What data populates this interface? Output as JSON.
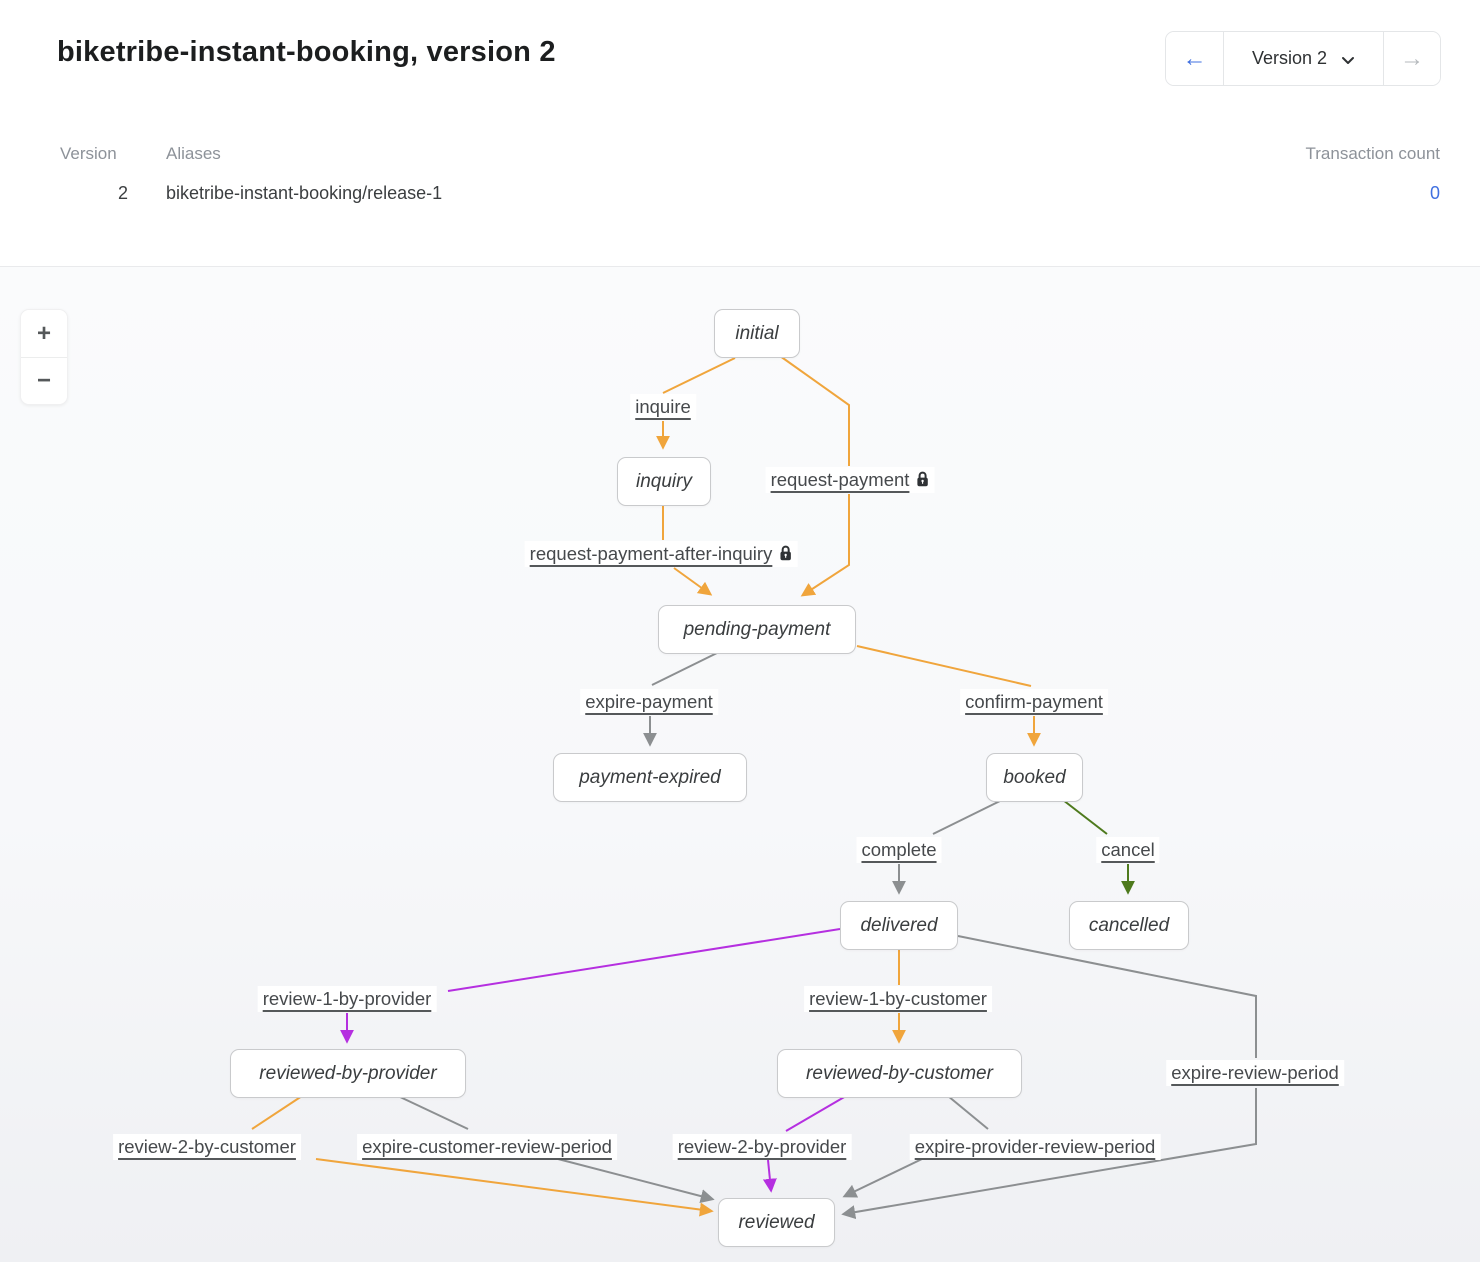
{
  "header": {
    "title": "biketribe-instant-booking, version 2",
    "version_selector": {
      "prev_icon": "←",
      "current": "Version 2",
      "next_icon": "→"
    }
  },
  "meta": {
    "head": {
      "version": "Version",
      "aliases": "Aliases",
      "count": "Transaction count"
    },
    "row": {
      "version": "2",
      "alias": "biketribe-instant-booking/release-1",
      "count": "0"
    }
  },
  "diagram": {
    "controls": {
      "zoom_in": "+",
      "zoom_out": "−"
    },
    "states": [
      {
        "id": "initial",
        "label": "initial"
      },
      {
        "id": "inquiry",
        "label": "inquiry"
      },
      {
        "id": "pending-payment",
        "label": "pending-payment"
      },
      {
        "id": "payment-expired",
        "label": "payment-expired"
      },
      {
        "id": "booked",
        "label": "booked"
      },
      {
        "id": "delivered",
        "label": "delivered"
      },
      {
        "id": "cancelled",
        "label": "cancelled"
      },
      {
        "id": "reviewed-by-provider",
        "label": "reviewed-by-provider"
      },
      {
        "id": "reviewed-by-customer",
        "label": "reviewed-by-customer"
      },
      {
        "id": "reviewed",
        "label": "reviewed"
      }
    ],
    "transitions": [
      {
        "id": "inquire",
        "label": "inquire",
        "locked": false
      },
      {
        "id": "request-payment",
        "label": "request-payment",
        "locked": true
      },
      {
        "id": "request-payment-after-inquiry",
        "label": "request-payment-after-inquiry",
        "locked": true
      },
      {
        "id": "expire-payment",
        "label": "expire-payment",
        "locked": false
      },
      {
        "id": "confirm-payment",
        "label": "confirm-payment",
        "locked": false
      },
      {
        "id": "complete",
        "label": "complete",
        "locked": false
      },
      {
        "id": "cancel",
        "label": "cancel",
        "locked": false
      },
      {
        "id": "review-1-by-provider",
        "label": "review-1-by-provider",
        "locked": false
      },
      {
        "id": "review-1-by-customer",
        "label": "review-1-by-customer",
        "locked": false
      },
      {
        "id": "expire-review-period",
        "label": "expire-review-period",
        "locked": false
      },
      {
        "id": "review-2-by-customer",
        "label": "review-2-by-customer",
        "locked": false
      },
      {
        "id": "expire-customer-review-period",
        "label": "expire-customer-review-period",
        "locked": false
      },
      {
        "id": "review-2-by-provider",
        "label": "review-2-by-provider",
        "locked": false
      },
      {
        "id": "expire-provider-review-period",
        "label": "expire-provider-review-period",
        "locked": false
      }
    ],
    "colors": {
      "edge_orange": "#f0a53c",
      "edge_gray": "#8c8f91",
      "edge_green": "#4e7a1d",
      "edge_purple": "#b52fe0",
      "accent_blue": "#4070e0"
    }
  }
}
